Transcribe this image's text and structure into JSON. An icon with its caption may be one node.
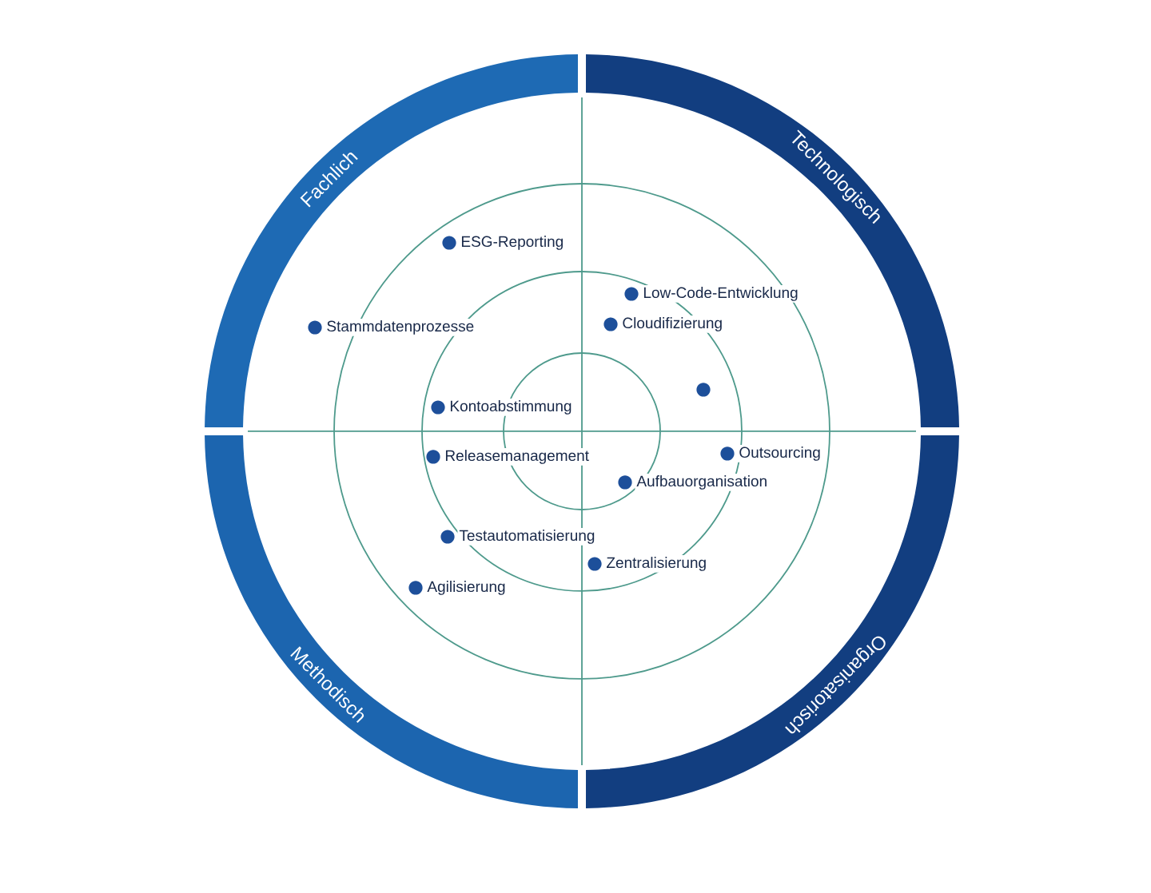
{
  "diagram": {
    "nodes": [
      {
        "text": [
          "Fachlich"
        ]
      },
      {
        "text": [
          "Technologisch"
        ]
      },
      {
        "text": [
          "Methodisch"
        ]
      },
      {
        "text": [
          "Organisatorisch"
        ]
      }
    ],
    "labels": [
      "ESG-Reporting",
      "Stammdatenprozesse",
      "Low-Code-Entwicklung",
      "Cloudifizierung",
      "Kontoabstimmung",
      "Outsourcing",
      "Releasemanagement",
      "Aufbauorganisation",
      "Testautomatisierung",
      "Zentralisierung",
      "Agilisierung"
    ]
  }
}
